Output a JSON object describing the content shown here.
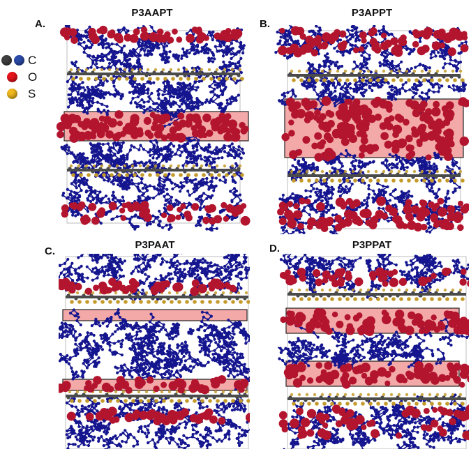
{
  "panels": [
    {
      "letter": "A.",
      "title": "P3AAPT"
    },
    {
      "letter": "B.",
      "title": "P3APPT"
    },
    {
      "letter": "C.",
      "title": "P3PAAT"
    },
    {
      "letter": "D.",
      "title": "P3PPAT"
    }
  ],
  "legend": {
    "carbon": {
      "label": "C",
      "colors": [
        "#3f3f3f",
        "#2b4ba8"
      ]
    },
    "oxygen": {
      "label": "O",
      "color": "#e8141c"
    },
    "sulfur": {
      "label": "S",
      "color": "#f0b81e"
    }
  },
  "colors": {
    "backbone_carbon": "#4a4a4a",
    "sidechain": "#15168f",
    "oxygen": "#b3142e",
    "sulfur": "#c49a2a",
    "highlight_fill": "#f4a9a9",
    "highlight_stroke": "#222222",
    "box": "#bdbdbd"
  }
}
